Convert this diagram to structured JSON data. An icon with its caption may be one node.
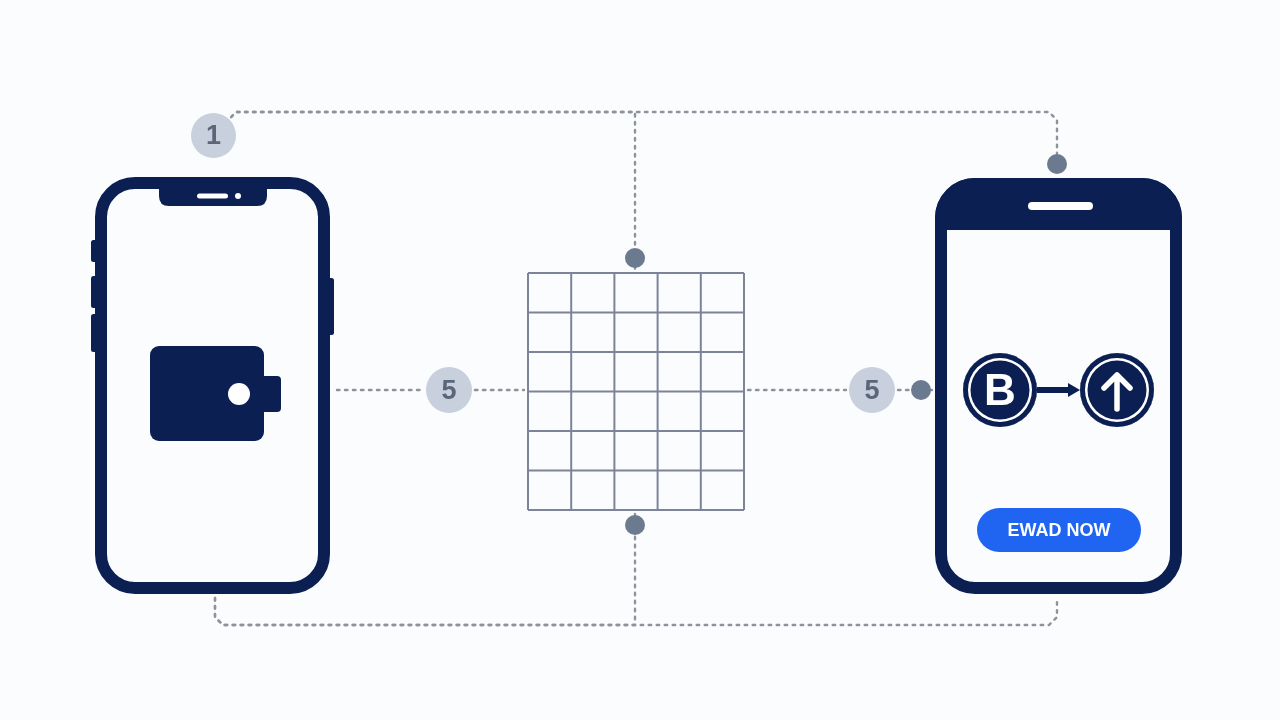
{
  "diagram": {
    "nodes": [
      {
        "text": [
          "1"
        ]
      },
      {
        "text": [],
        "shape": "phone"
      },
      {
        "text": [
          "5"
        ]
      },
      {
        "text": [],
        "shape": "grid"
      },
      {
        "text": [
          "5"
        ]
      },
      {
        "text": [],
        "shape": "phone"
      },
      {
        "text": [
          "B"
        ],
        "in": 5
      },
      {
        "text": [],
        "shape": "circle",
        "in": 5
      },
      {
        "text": [
          "EWAD NOW"
        ],
        "in": 5
      }
    ],
    "edges": [
      {
        "from": 0,
        "to": 5,
        "arrow": "other",
        "style": "dashed"
      },
      {
        "from": 0,
        "to": 3,
        "arrow": "other",
        "style": "dashed"
      },
      {
        "from": 1,
        "to": 2,
        "arrow": "none",
        "style": "dashed"
      },
      {
        "from": 2,
        "to": 3,
        "arrow": "none",
        "style": "dashed"
      },
      {
        "from": 3,
        "to": 4,
        "arrow": "none",
        "style": "dashed"
      },
      {
        "from": 4,
        "to": 5,
        "arrow": "other",
        "style": "dashed"
      },
      {
        "from": 1,
        "to": 5,
        "arrow": "none",
        "style": "dashed"
      },
      {
        "from": 1,
        "to": 3,
        "arrow": "other",
        "style": "dashed"
      },
      {
        "from": 6,
        "to": 7,
        "arrow": "to",
        "color": "#0b1f52"
      }
    ]
  }
}
